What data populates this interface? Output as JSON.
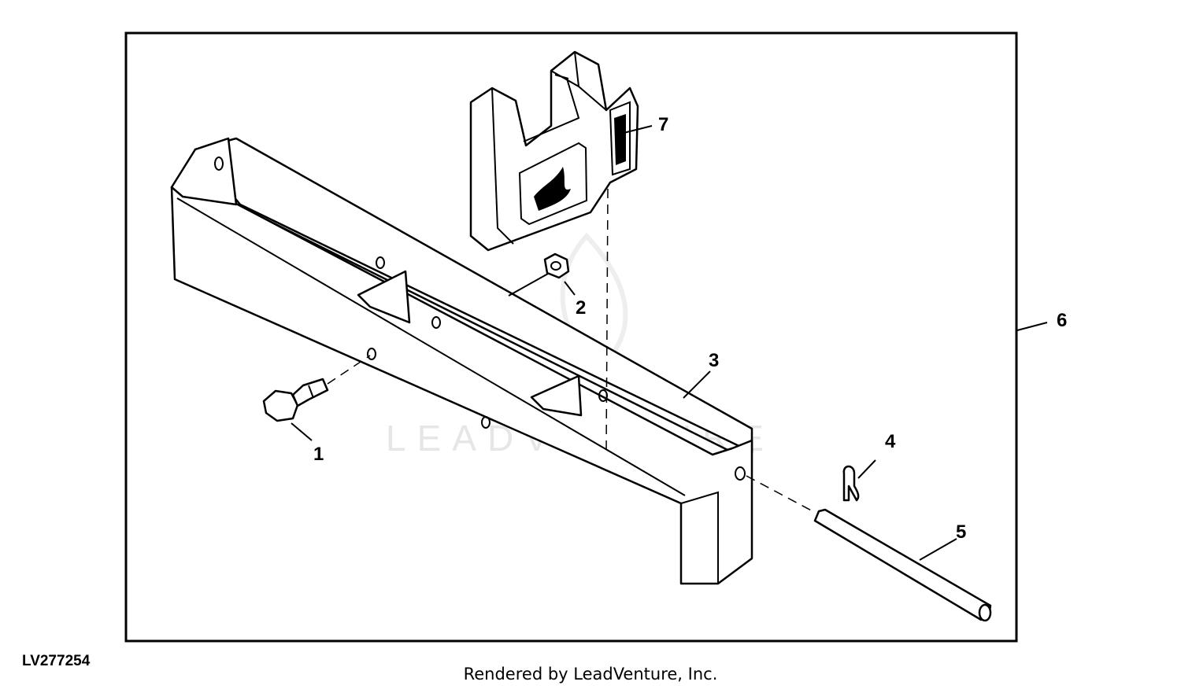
{
  "diagram": {
    "id_label": "LV277254",
    "watermark": "LEADVENTURE",
    "callouts": [
      {
        "number": "1"
      },
      {
        "number": "2"
      },
      {
        "number": "3"
      },
      {
        "number": "4"
      },
      {
        "number": "5"
      },
      {
        "number": "6"
      },
      {
        "number": "7"
      }
    ]
  },
  "footer": {
    "text": "Rendered by LeadVenture, Inc."
  }
}
